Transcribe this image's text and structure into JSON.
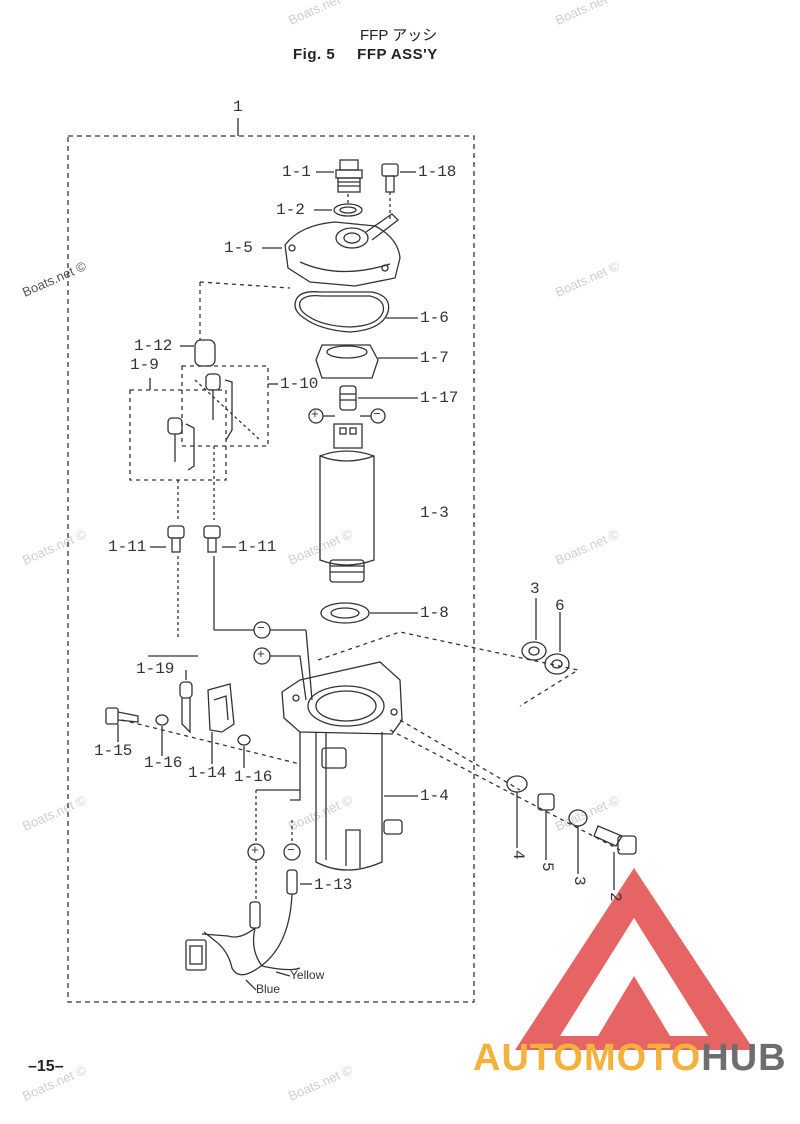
{
  "header": {
    "title_jp": "FFP アッシ",
    "fig_label": "Fig. 5",
    "title_en": "FFP ASS'Y"
  },
  "page_number": "–15–",
  "watermark": "Boats.net ©",
  "brand": {
    "part1": "AUTOMOTO",
    "part2": "HUB",
    "accent": "#f3b23c",
    "gray": "#6e6e6e",
    "triangle": "#e24a4a"
  },
  "callouts": {
    "assy": "1",
    "c1_1": "1-1",
    "c1_18": "1-18",
    "c1_2": "1-2",
    "c1_5": "1-5",
    "c1_6": "1-6",
    "c1_12": "1-12",
    "c1_7": "1-7",
    "c1_9": "1-9",
    "c1_10": "1-10",
    "c1_17": "1-17",
    "c1_3": "1-3",
    "c1_11a": "1-11",
    "c1_11b": "1-11",
    "c1_8": "1-8",
    "c3a": "3",
    "c6": "6",
    "c1_19": "1-19",
    "c1_15": "1-15",
    "c1_16a": "1-16",
    "c1_14": "1-14",
    "c1_16b": "1-16",
    "c1_4": "1-4",
    "c1_13": "1-13",
    "c4": "4",
    "c5": "5",
    "c3b": "3",
    "c2": "2"
  },
  "polarity": {
    "plus": "+",
    "minus": "−"
  },
  "wires": {
    "yellow": "Yellow",
    "blue": "Blue"
  }
}
